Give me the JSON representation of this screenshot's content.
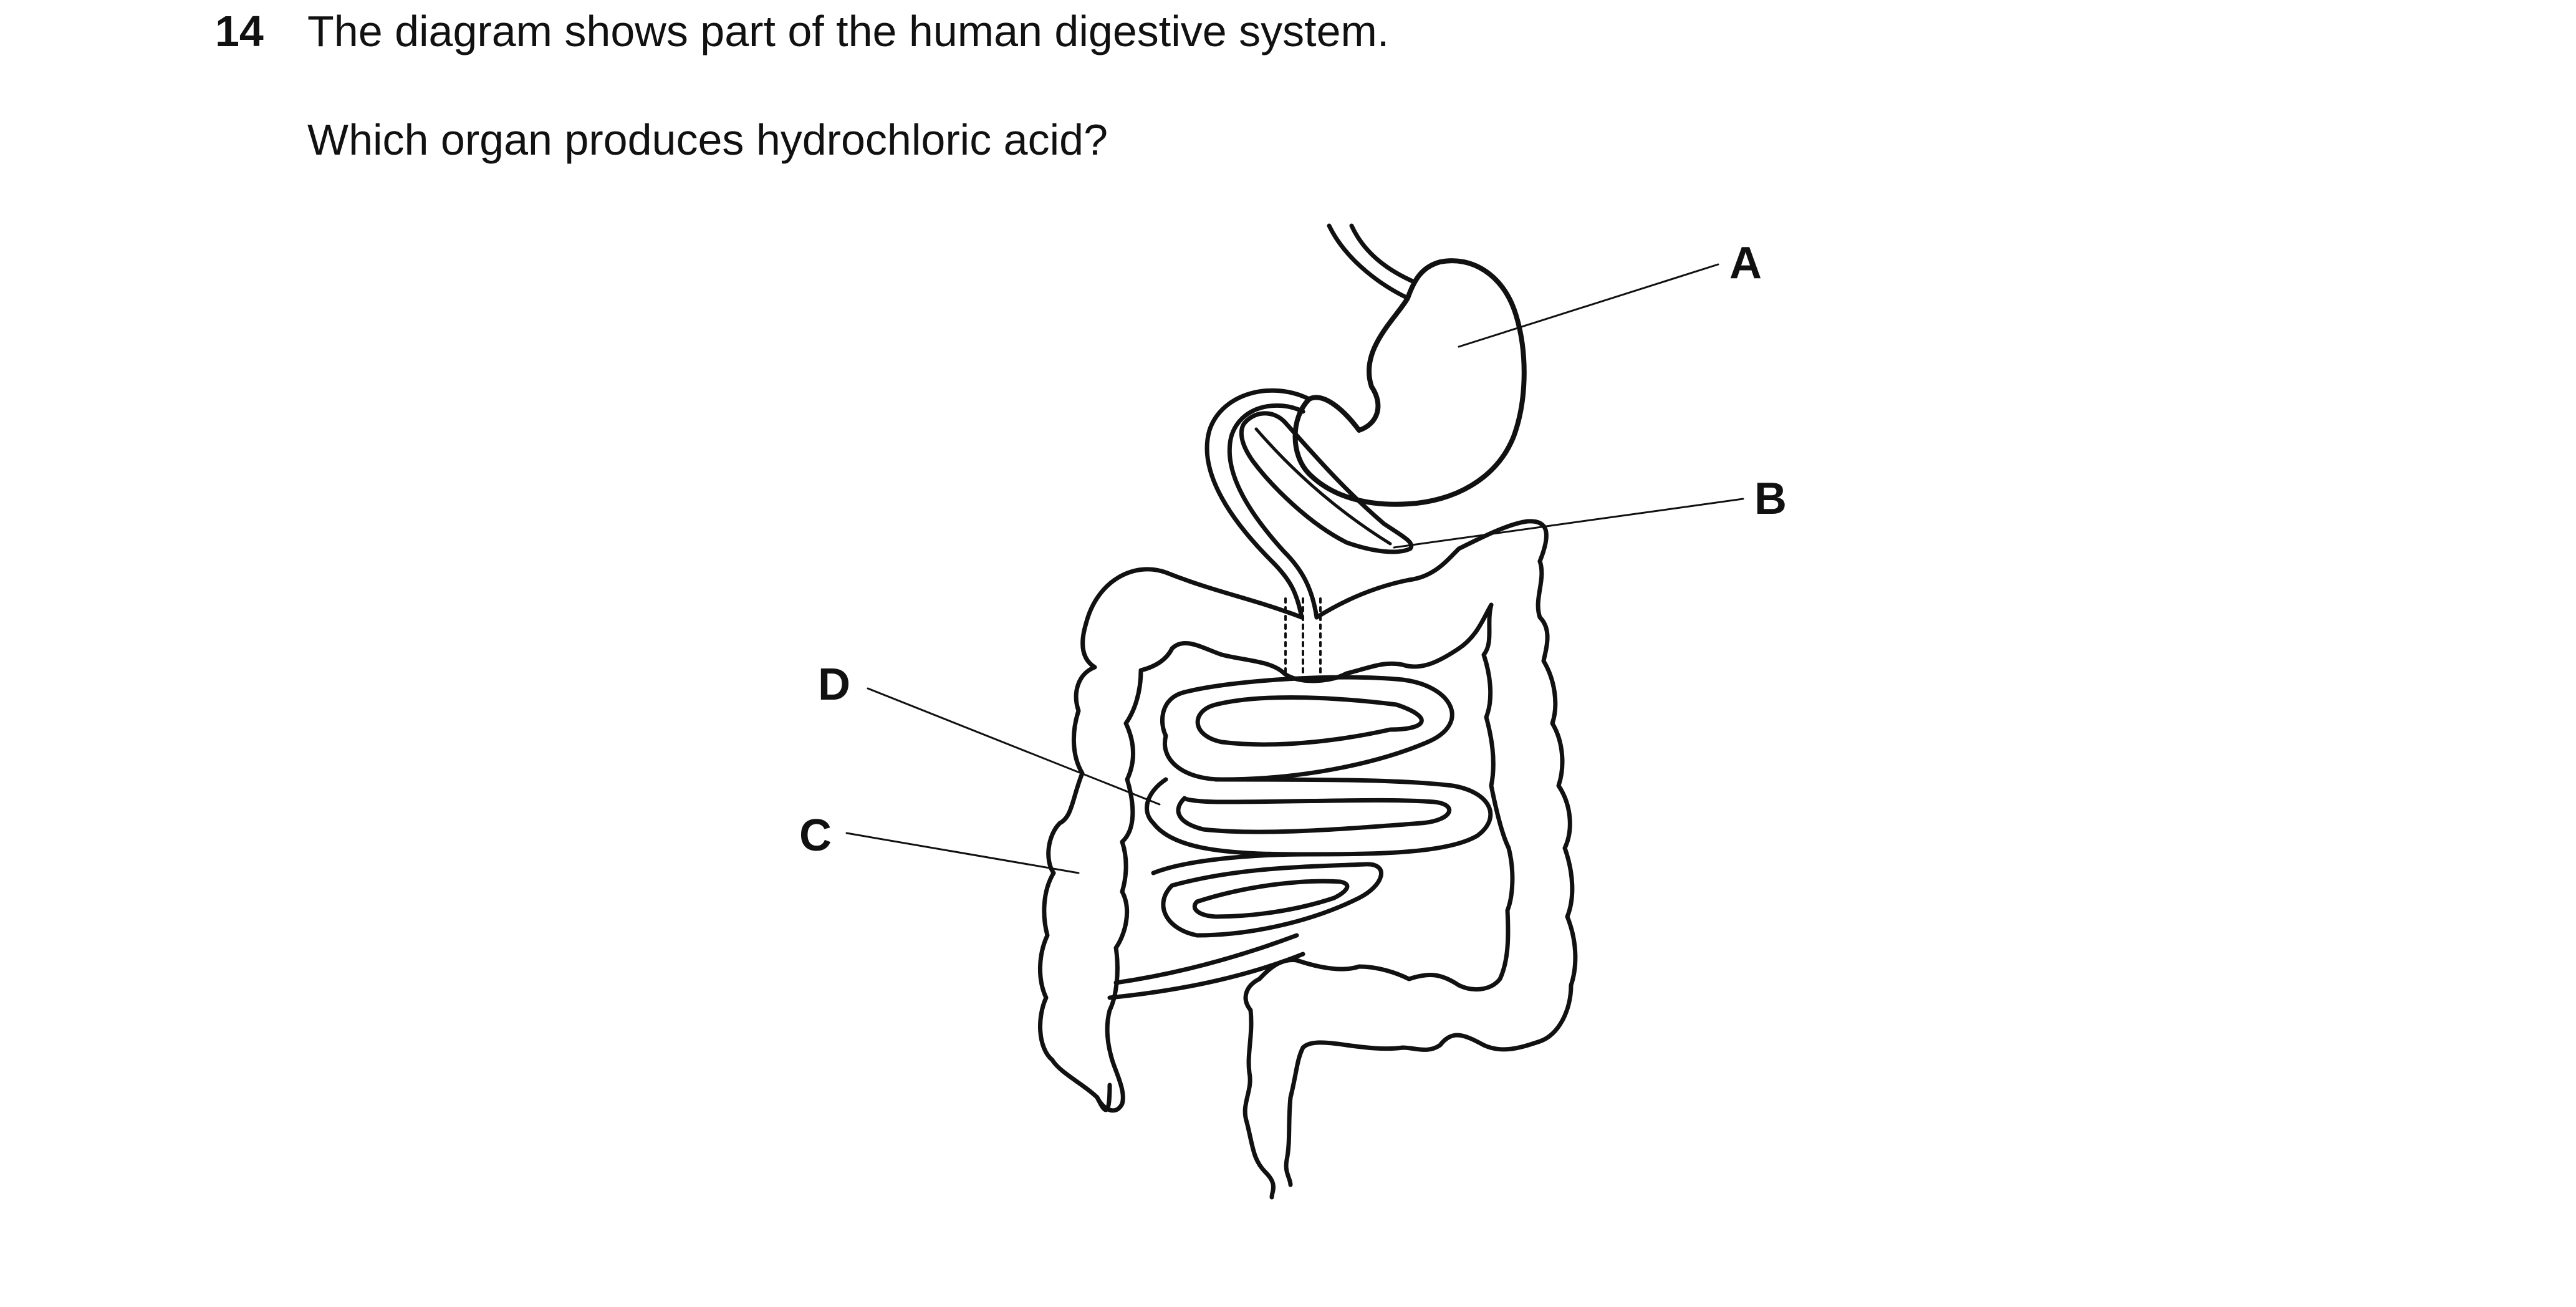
{
  "question": {
    "number": "14",
    "text": "The diagram shows part of the human digestive system.",
    "prompt": "Which organ produces hydrochloric acid?"
  },
  "diagram": {
    "labels": {
      "a": "A",
      "b": "B",
      "c": "C",
      "d": "D"
    }
  }
}
